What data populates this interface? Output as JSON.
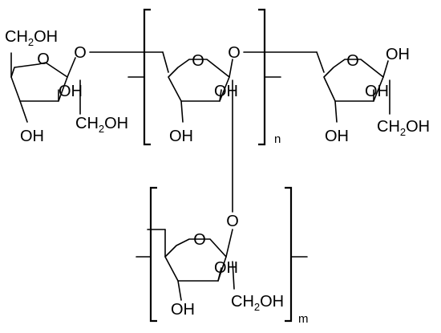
{
  "structure": {
    "labels": {
      "ring_o": "O",
      "bridge_o": "O",
      "hydroxyl": "OH",
      "ch2oh_prefix": "CH",
      "ch2oh_sub": "2",
      "ch2oh_suffix": "OH"
    },
    "repeat_indices": {
      "main_chain": "n",
      "branch": "m"
    }
  }
}
